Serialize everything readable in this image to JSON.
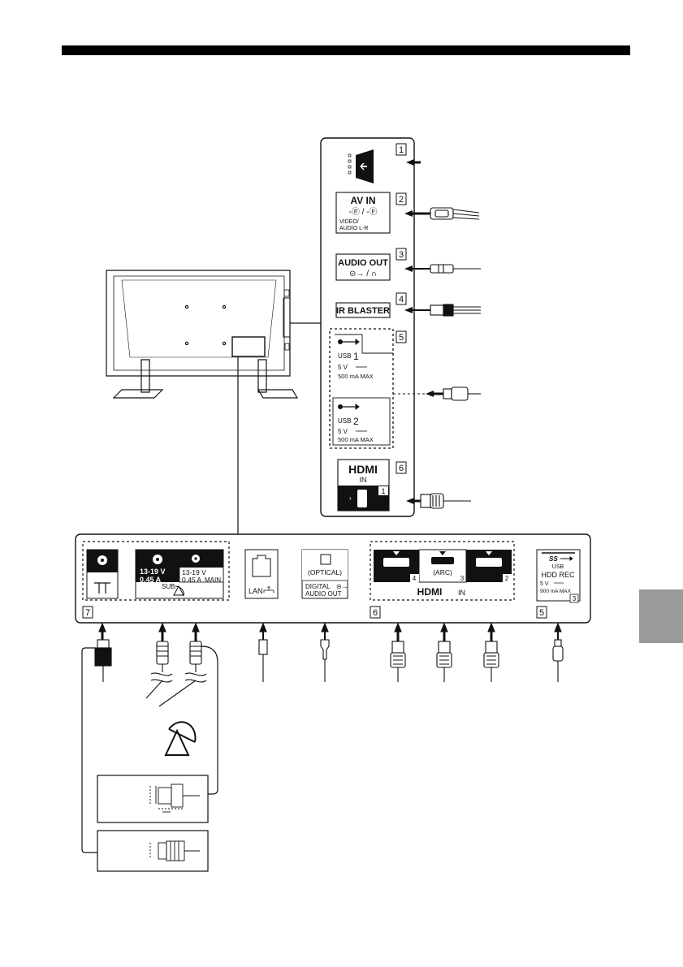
{
  "side_panel": {
    "items": [
      {
        "num": "1",
        "icon": "sd-card-slot-icon"
      },
      {
        "num": "2",
        "title": "AV IN",
        "sub": "VIDEO/",
        "sub2": "AUDIO L-R",
        "glyph": "-ⓟ / -ⓟ"
      },
      {
        "num": "3",
        "title": "AUDIO OUT",
        "glyph": "⊝→ / ∩"
      },
      {
        "num": "4",
        "title": "IR BLASTER"
      },
      {
        "num": "5",
        "usb1": {
          "label": "USB",
          "port": "1",
          "volt": "5 V",
          "current": "500 mA MAX"
        },
        "usb2": {
          "label": "USB",
          "port": "2",
          "volt": "5 V",
          "current": "500 mA MAX"
        }
      },
      {
        "num": "6",
        "title": "HDMI",
        "sub": "IN",
        "port": "1"
      }
    ]
  },
  "bottom_panel": {
    "antenna": {
      "num": "7",
      "volt": "13-19 V",
      "amp": "0.45 A",
      "sub": "SUB.",
      "main": "MAIN"
    },
    "lan": {
      "label": "LAN"
    },
    "optical": {
      "label": "(OPTICAL)",
      "line1": "DIGITAL",
      "line2": "AUDIO OUT"
    },
    "hdmi": {
      "num": "6",
      "ports": [
        "4",
        "3",
        "2"
      ],
      "arc": "(ARC)",
      "title": "HDMI",
      "in": "IN"
    },
    "usb3": {
      "num": "5",
      "ss": "SS",
      "usb": "USB",
      "rec": "HDD REC",
      "volt": "5 V",
      "current": "900 mA MAX",
      "port": "3"
    }
  },
  "colors": {
    "ink": "#111111",
    "panel_fill": "#ffffff",
    "label_box": "#111111",
    "tab": "#9a9a9a"
  }
}
